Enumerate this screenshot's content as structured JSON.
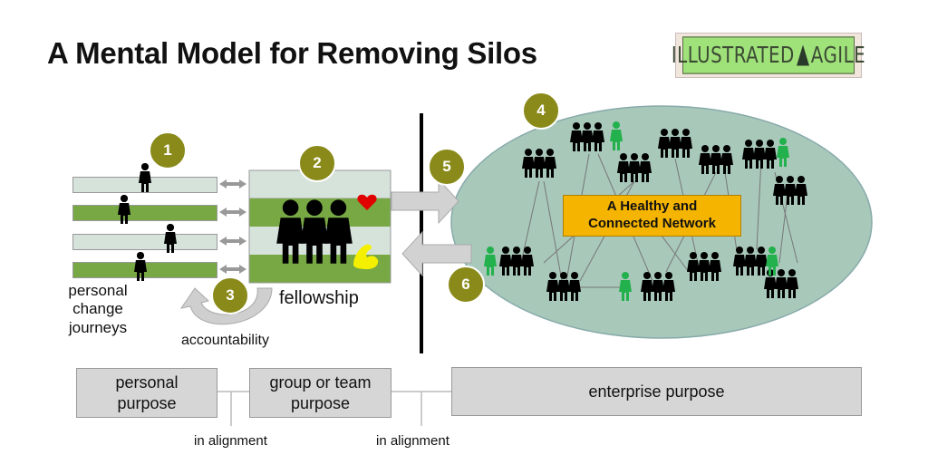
{
  "title": "A Mental Model for Removing Silos",
  "logo": {
    "left": "ILLUSTRATED",
    "right": "AGILE",
    "icon": "tree-icon"
  },
  "badges": [
    "1",
    "2",
    "3",
    "4",
    "5",
    "6"
  ],
  "left_section": {
    "journeys_label": "personal change journeys",
    "journeys_lines": [
      "personal",
      "change",
      "journeys"
    ],
    "fellowship_label": "fellowship",
    "accountability_label": "accountability",
    "icons": {
      "heart": "heart-icon",
      "muscle": "flexed-arm-icon"
    }
  },
  "network": {
    "label_line1": "A Healthy and",
    "label_line2": "Connected Network"
  },
  "purposes": {
    "personal": [
      "personal",
      "purpose"
    ],
    "group": [
      "group or team",
      "purpose"
    ],
    "enterprise": "enterprise purpose",
    "alignment_1": "in alignment",
    "alignment_2": "in alignment"
  },
  "colors": {
    "badge": "#8a8a1a",
    "lane_dark": "#77a843",
    "lane_light": "#d6e3db",
    "ellipse": "#a8c8ba",
    "network_label_bg": "#f5b400",
    "highlight_person": "#22b14c",
    "heart": "#e00000",
    "muscle": "#f5f000"
  }
}
